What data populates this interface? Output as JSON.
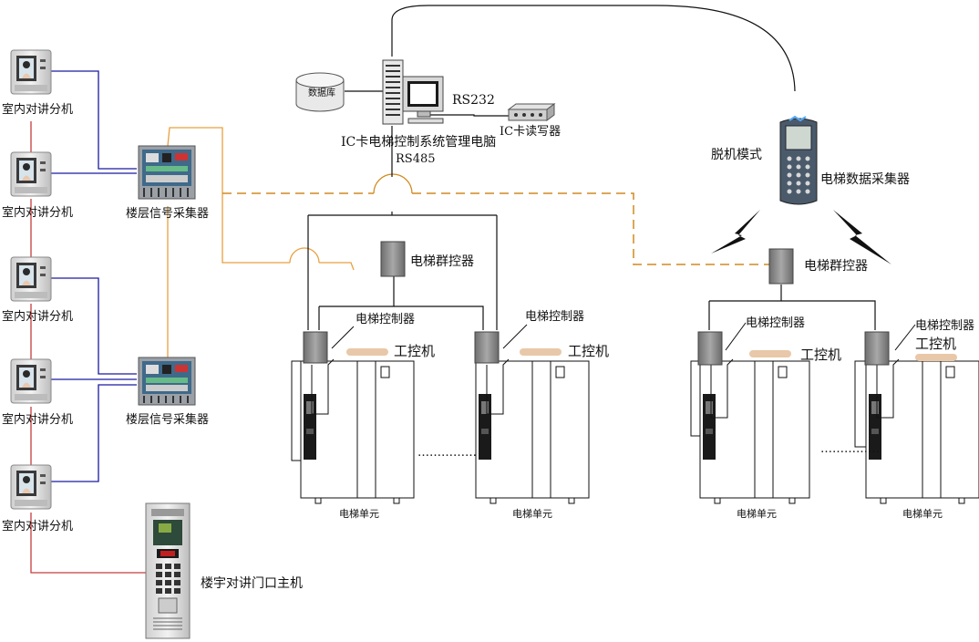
{
  "labels": {
    "indoor_unit": "室内对讲分机",
    "floor_collector": "楼层信号采集器",
    "database": "数据库",
    "rs232": "RS232",
    "mgmt_pc": "IC卡电梯控制系统管理电脑",
    "rs485": "RS485",
    "card_rw": "IC卡读写器",
    "offline_mode": "脱机模式",
    "data_collector": "电梯数据采集器",
    "group_controller": "电梯群控器",
    "elevator_controller": "电梯控制器",
    "ipc": "工控机",
    "elevator_unit": "电梯单元",
    "door_station": "楼宇对讲门口主机",
    "ellipsis": "……………"
  },
  "colors": {
    "blue_line": "#1a1aa0",
    "orange_line": "#e8a040",
    "red_line": "#c83c3c",
    "dashed_line": "#d08a20",
    "black_line": "#111111",
    "device_gray": "#8a8a8a",
    "ipc_tan": "#e8c8a8"
  }
}
